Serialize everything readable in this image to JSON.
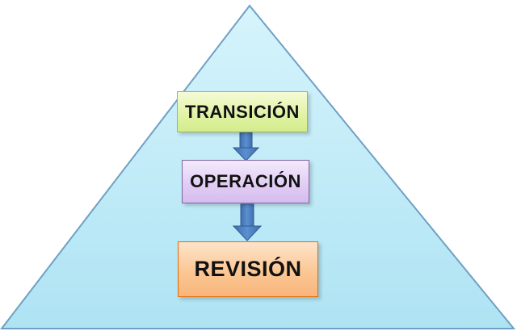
{
  "diagram": {
    "type": "pyramid-flow",
    "colors": {
      "pyramid_fill": "#c2ecf8",
      "pyramid_stroke": "#6fa0c4",
      "arrow": "#4f81bd",
      "transicion_fill": "#e2f3a8",
      "operacion_fill": "#e2cef5",
      "revision_fill": "#fbc794"
    },
    "steps": [
      {
        "label": "TRANSICIÓN"
      },
      {
        "label": "OPERACIÓN"
      },
      {
        "label": "REVISIÓN"
      }
    ]
  }
}
